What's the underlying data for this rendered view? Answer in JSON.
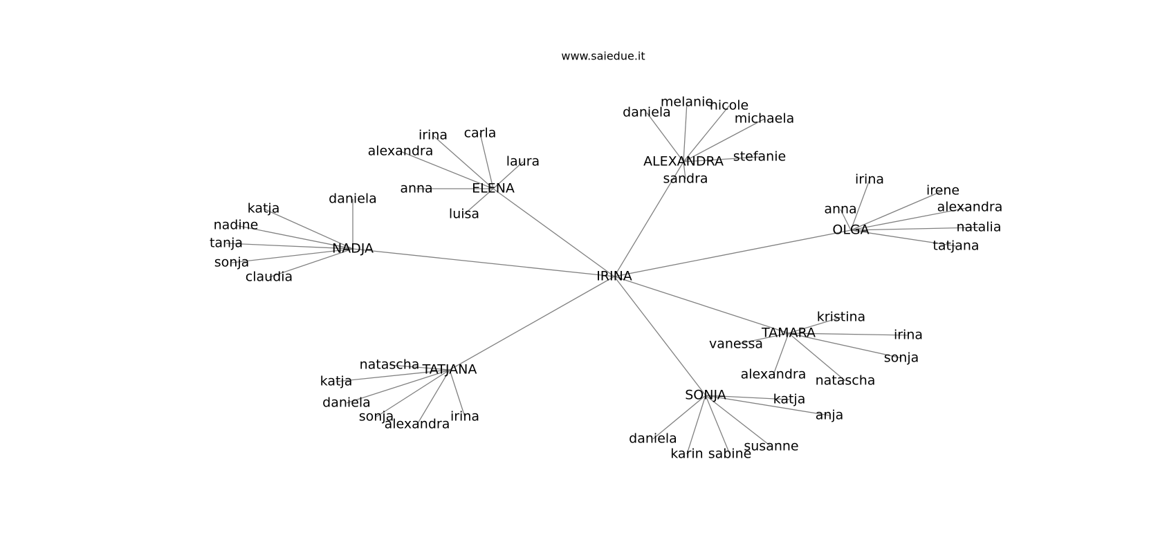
{
  "header": {
    "site": "www.saiedue.it"
  },
  "graph": {
    "root": "IRINA",
    "hubs": [
      {
        "name": "ELENA",
        "leaves": [
          "irina",
          "carla",
          "alexandra",
          "laura",
          "anna",
          "luisa"
        ]
      },
      {
        "name": "ALEXANDRA",
        "leaves": [
          "daniela",
          "melanie",
          "nicole",
          "michaela",
          "stefanie",
          "sandra"
        ]
      },
      {
        "name": "OLGA",
        "leaves": [
          "irina",
          "irene",
          "anna",
          "alexandra",
          "natalia",
          "tatjana"
        ]
      },
      {
        "name": "NADJA",
        "leaves": [
          "daniela",
          "katja",
          "nadine",
          "tanja",
          "sonja",
          "claudia"
        ]
      },
      {
        "name": "TAMARA",
        "leaves": [
          "kristina",
          "irina",
          "vanessa",
          "sonja",
          "alexandra",
          "natascha"
        ]
      },
      {
        "name": "TATJANA",
        "leaves": [
          "natascha",
          "katja",
          "daniela",
          "sonja",
          "alexandra",
          "irina"
        ]
      },
      {
        "name": "SONJA",
        "leaves": [
          "katja",
          "anja",
          "daniela",
          "susanne",
          "karin",
          "sabine"
        ]
      }
    ]
  }
}
